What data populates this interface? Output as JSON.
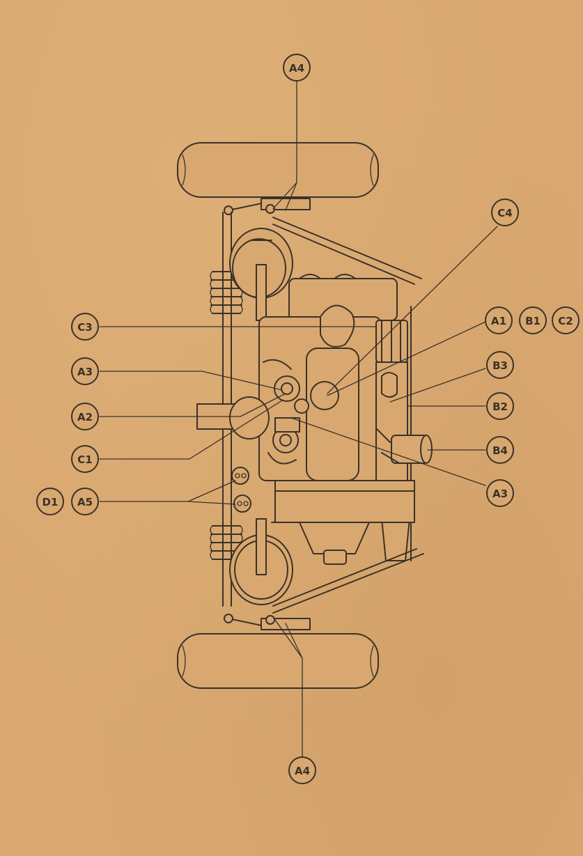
{
  "labels": {
    "a4_top": "A4",
    "c4": "C4",
    "a1": "A1",
    "b1": "B1",
    "c2": "C2",
    "c3": "C3",
    "a3_left": "A3",
    "b3": "B3",
    "a2": "A2",
    "b2": "B2",
    "c1": "C1",
    "b4": "B4",
    "a3_right": "A3",
    "d1": "D1",
    "a5": "A5",
    "a4_bottom": "A4"
  }
}
